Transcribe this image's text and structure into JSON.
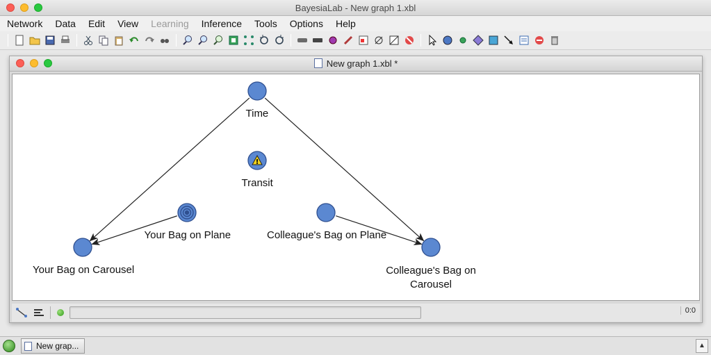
{
  "window": {
    "title": "BayesiaLab - New graph 1.xbl"
  },
  "menubar": {
    "items": [
      {
        "label": "Network",
        "enabled": true
      },
      {
        "label": "Data",
        "enabled": true
      },
      {
        "label": "Edit",
        "enabled": true
      },
      {
        "label": "View",
        "enabled": true
      },
      {
        "label": "Learning",
        "enabled": false
      },
      {
        "label": "Inference",
        "enabled": true
      },
      {
        "label": "Tools",
        "enabled": true
      },
      {
        "label": "Options",
        "enabled": true
      },
      {
        "label": "Help",
        "enabled": true
      }
    ]
  },
  "toolbar": {
    "groups": [
      [
        "new-file-icon",
        "open-folder-icon",
        "save-icon",
        "print-icon"
      ],
      [
        "cut-icon",
        "copy-icon",
        "paste-icon",
        "undo-icon",
        "redo-icon",
        "find-icon"
      ],
      [
        "zoom-in-icon",
        "zoom-out-icon",
        "zoom-default-icon",
        "fit-to-window-icon",
        "grid-layout-icon",
        "rotate-left-icon",
        "rotate-right-icon"
      ],
      [
        "validation-mode-icon",
        "modeling-mode-icon",
        "node-monitor-icon",
        "evidence-icon",
        "image-icon",
        "exclude-node-icon",
        "filter-icon",
        "stop-icon"
      ],
      [
        "pointer-icon",
        "node-circle-icon",
        "small-node-icon",
        "decision-node-icon",
        "utility-node-icon",
        "arc-arrow-icon",
        "note-icon",
        "delete-icon",
        "trash-icon"
      ]
    ]
  },
  "document": {
    "title": "New graph 1.xbl *",
    "nodes": [
      {
        "id": "time",
        "label": "Time",
        "type": "plain"
      },
      {
        "id": "transit",
        "label": "Transit",
        "type": "warning"
      },
      {
        "id": "your_plane",
        "label": "Your Bag on Plane",
        "type": "target"
      },
      {
        "id": "colleague_plane",
        "label": "Colleague's Bag on Plane",
        "type": "plain"
      },
      {
        "id": "your_carousel",
        "label": "Your Bag on Carousel",
        "type": "plain"
      },
      {
        "id": "colleague_carousel",
        "label": "Colleague's Bag on Carousel",
        "type": "plain"
      }
    ],
    "arcs": [
      {
        "from": "time",
        "to": "your_carousel"
      },
      {
        "from": "time",
        "to": "colleague_carousel"
      },
      {
        "from": "your_plane",
        "to": "your_carousel"
      },
      {
        "from": "colleague_plane",
        "to": "colleague_carousel"
      }
    ],
    "status": {
      "coordinates": "0:0"
    }
  },
  "taskbar": {
    "tab_label": "New grap..."
  },
  "colors": {
    "node_fill": "#5b88d1",
    "node_stroke": "#2f4f8f",
    "arc": "#222222",
    "warning": "#f2d21b"
  }
}
